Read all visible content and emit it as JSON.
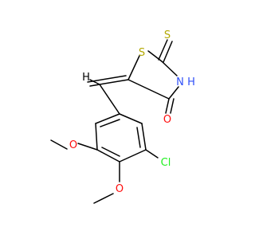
{
  "molecule": {
    "colors": {
      "bond": "#000000",
      "sulfur": "#b3a800",
      "nitrogen": "#3050f8",
      "oxygen": "#ff0d0d",
      "chlorine": "#1ff01f",
      "background": "#ffffff"
    },
    "atoms": {
      "s_thione": "S",
      "s_ring": "S",
      "n_ring": "N",
      "h_nh": "H",
      "o_carbonyl": "O",
      "o_methoxy_upper": "O",
      "o_methoxy_lower": "O",
      "cl": "Cl",
      "h_vinyl": "H"
    }
  }
}
